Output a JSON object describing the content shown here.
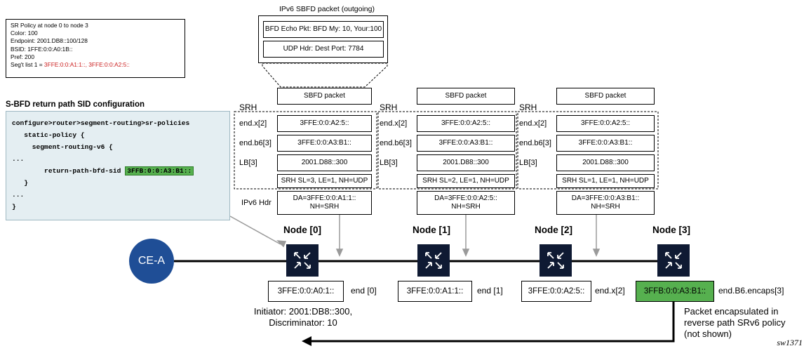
{
  "policy_box": {
    "lines": [
      "SR Policy at node 0 to node 3",
      "Color: 100",
      "Endpoint: 2001.DB8::100/128",
      "BSID: 1FFE:0:0:A0:1B::",
      "Pref: 200"
    ],
    "seglist_prefix": "Seg't list 1 = ",
    "seglist_value": "3FFE:0:0:A1:1::, 3FFE:0:0:A2:5::"
  },
  "ipv6_packet": {
    "title": "IPv6 SBFD packet (outgoing)",
    "bfd_echo": "BFD Echo Pkt: BFD My: 10, Your:100",
    "udp_hdr": "UDP Hdr: Dest Port: 7784"
  },
  "config": {
    "title": "S-BFD return path SID configuration",
    "lines": [
      "configure>router>segment-routing>sr-policies",
      "   static-policy {",
      "     segment-routing-v6 {",
      "...",
      "        return-path-bfd-sid "
    ],
    "highlight_sid": "3FFB:0:0:A3:B1::",
    "closing_lines": [
      "   }",
      "...",
      "}"
    ]
  },
  "stacks": [
    {
      "sbfd": "SBFD packet",
      "srh_label": "SRH",
      "rows": [
        {
          "label": "end.x[2]",
          "value": "3FFE:0:0:A2:5::"
        },
        {
          "label": "end.b6[3]",
          "value": "3FFE:0:0:A3:B1::"
        },
        {
          "label": "LB[3]",
          "value": "2001.D88::300"
        }
      ],
      "srh_hdr": "SRH SL=3, LE=1, NH=UDP",
      "ipv6_label": "IPv6 Hdr",
      "da_line1": "DA=3FFE:0:0:A1:1::",
      "da_line2": "NH=SRH"
    },
    {
      "sbfd": "SBFD packet",
      "srh_label": "SRH",
      "rows": [
        {
          "label": "end.x[2]",
          "value": "3FFE:0:0:A2:5::"
        },
        {
          "label": "end.b6[3]",
          "value": "3FFE:0:0:A3:B1::"
        },
        {
          "label": "LB[3]",
          "value": "2001.D88::300"
        }
      ],
      "srh_hdr": "SRH SL=2, LE=1, NH=UDP",
      "da_line1": "DA=3FFE:0:0:A2:5::",
      "da_line2": "NH=SRH"
    },
    {
      "sbfd": "SBFD packet",
      "srh_label": "SRH",
      "rows": [
        {
          "label": "end.x[2]",
          "value": "3FFE:0:0:A2:5::"
        },
        {
          "label": "end.b6[3]",
          "value": "3FFE:0:0:A3:B1::"
        },
        {
          "label": "LB[3]",
          "value": "2001.D88::300"
        }
      ],
      "srh_hdr": "SRH SL=1, LE=1, NH=UDP",
      "da_line1": "DA=3FFE:0:0:A3:B1::",
      "da_line2": "NH=SRH"
    }
  ],
  "nodes": [
    {
      "label": "Node [0]",
      "sid": "3FFE:0:0:A0:1::",
      "end": "end [0]"
    },
    {
      "label": "Node [1]",
      "sid": "3FFE:0:0:A1:1::",
      "end": "end [1]"
    },
    {
      "label": "Node [2]",
      "sid": "3FFE:0:0:A2:5::",
      "end": "end.x[2]"
    },
    {
      "label": "Node [3]",
      "sid": "3FFB:0:0:A3:B1::",
      "end": "end.B6.encaps[3]"
    }
  ],
  "ce": "CE-A",
  "initiator_line1": "Initiator: 2001:DB8::300,",
  "initiator_line2": "Discriminator: 10",
  "encap_note": [
    "Packet encapsulated in",
    "reverse path SRv6 policy",
    "(not shown)"
  ],
  "figure_id": "sw1371",
  "colors": {
    "ce_fill": "#1f4e96",
    "router_fill": "#0f1a33",
    "highlight_green": "#56b04f",
    "config_bg": "#e4eef2",
    "seglist_red": "#cc2222"
  }
}
